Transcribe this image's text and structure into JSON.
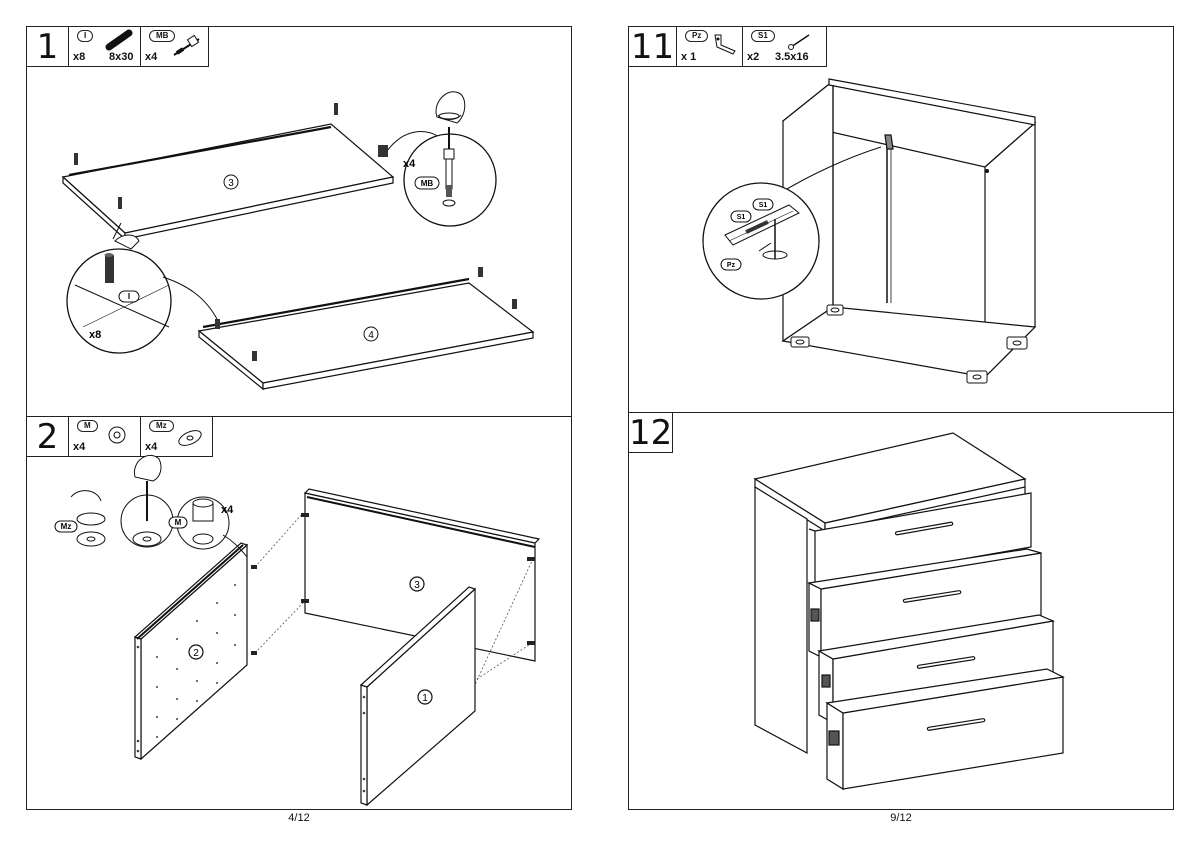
{
  "left_page": {
    "page_number": "4/12",
    "step1": {
      "number": "1",
      "parts": [
        {
          "tag": "I",
          "qty": "x8",
          "size": "8x30",
          "icon": "wooden-dowel-icon"
        },
        {
          "tag": "MB",
          "qty": "x4",
          "size": "",
          "icon": "cam-bolt-icon"
        }
      ],
      "labels": {
        "board_a": "3",
        "board_b": "4",
        "callout_qty": "x4",
        "callout_tag": "MB",
        "detail_tag": "I",
        "detail_qty": "x8"
      }
    },
    "step2": {
      "number": "2",
      "parts": [
        {
          "tag": "M",
          "qty": "x4",
          "icon": "cam-lock-icon"
        },
        {
          "tag": "Mz",
          "qty": "x4",
          "icon": "cam-cover-cap-icon"
        }
      ],
      "labels": {
        "panel_back": "3",
        "panel_left": "2",
        "panel_right": "1",
        "tag_mz": "Mz",
        "tag_m": "M",
        "callout_qty": "x4"
      }
    }
  },
  "right_page": {
    "page_number": "9/12",
    "step11": {
      "number": "11",
      "parts": [
        {
          "tag": "Pz",
          "qty": "x 1",
          "size": "",
          "icon": "wall-bracket-icon"
        },
        {
          "tag": "S1",
          "qty": "x2",
          "size": "3.5x16",
          "icon": "screw-icon"
        }
      ],
      "labels": {
        "s1_a": "S1",
        "s1_b": "S1",
        "pz": "Pz"
      }
    },
    "step12": {
      "number": "12"
    }
  }
}
